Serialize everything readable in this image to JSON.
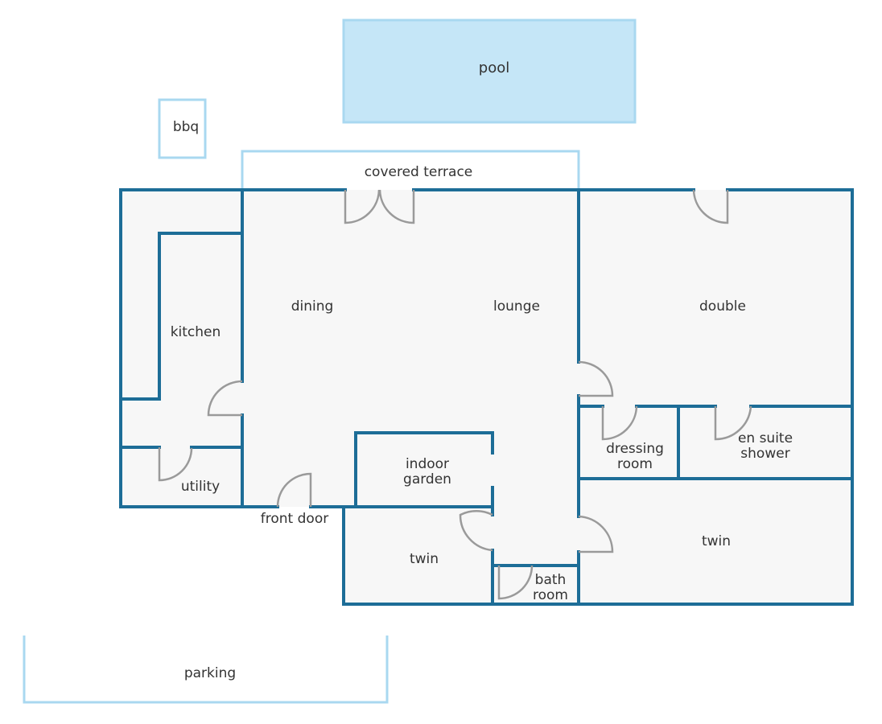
{
  "colors": {
    "wall": "#1d6d97",
    "outline": "#a9d8f0",
    "pool_fill": "#c5e6f7",
    "floor": "#f7f7f7",
    "door": "#9a9a9a",
    "text": "#333333"
  },
  "labels": {
    "pool": "pool",
    "bbq": "bbq",
    "covered_terrace": "covered terrace",
    "kitchen": "kitchen",
    "dining": "dining",
    "lounge": "lounge",
    "double": "double",
    "utility": "utility",
    "indoor_garden": [
      "indoor",
      "garden"
    ],
    "front_door": "front door",
    "dressing_room": [
      "dressing",
      "room"
    ],
    "en_suite_shower": [
      "en suite",
      "shower"
    ],
    "twin_left": "twin",
    "twin_right": "twin",
    "bath_room": [
      "bath",
      "room"
    ],
    "parking": "parking"
  }
}
